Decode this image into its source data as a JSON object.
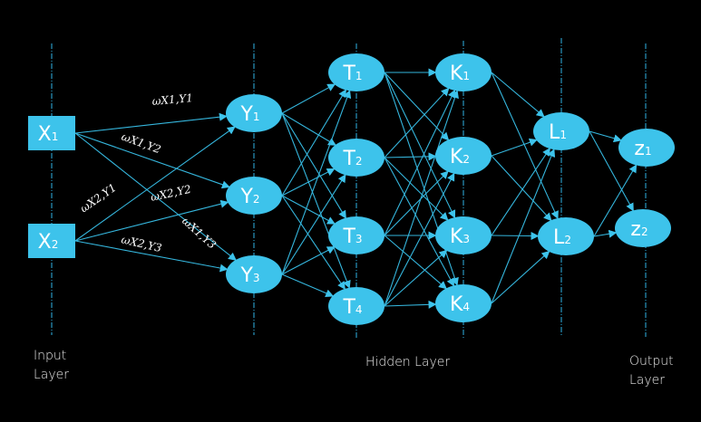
{
  "colors": {
    "background": "#000000",
    "node_fill": "#3dc3eb",
    "edge": "#35b6dd",
    "guide_line": "#2fb5e6",
    "text": "#ffffff"
  },
  "layer_labels": {
    "input": "Input Layer",
    "input_line1": "Input",
    "input_line2": "Layer",
    "hidden": "Hidden Layer",
    "output_line1": "Output",
    "output_line2": "Layer"
  },
  "layers": [
    {
      "id": "input",
      "shape": "rect",
      "nodes": [
        {
          "id": "X1",
          "base": "X",
          "sub": "1"
        },
        {
          "id": "X2",
          "base": "X",
          "sub": "2"
        }
      ]
    },
    {
      "id": "hidden1",
      "shape": "ellipse",
      "nodes": [
        {
          "id": "Y1",
          "base": "Y",
          "sub": "1"
        },
        {
          "id": "Y2",
          "base": "Y",
          "sub": "2"
        },
        {
          "id": "Y3",
          "base": "Y",
          "sub": "3"
        }
      ]
    },
    {
      "id": "hidden2",
      "shape": "ellipse",
      "nodes": [
        {
          "id": "T1",
          "base": "T",
          "sub": "1"
        },
        {
          "id": "T2",
          "base": "T",
          "sub": "2"
        },
        {
          "id": "T3",
          "base": "T",
          "sub": "3"
        },
        {
          "id": "T4",
          "base": "T",
          "sub": "4"
        }
      ]
    },
    {
      "id": "hidden3",
      "shape": "ellipse",
      "nodes": [
        {
          "id": "K1",
          "base": "K",
          "sub": "1"
        },
        {
          "id": "K2",
          "base": "K",
          "sub": "2"
        },
        {
          "id": "K3",
          "base": "K",
          "sub": "3"
        },
        {
          "id": "K4",
          "base": "K",
          "sub": "4"
        }
      ]
    },
    {
      "id": "hidden4",
      "shape": "ellipse",
      "nodes": [
        {
          "id": "L1",
          "base": "L",
          "sub": "1"
        },
        {
          "id": "L2",
          "base": "L",
          "sub": "2"
        }
      ]
    },
    {
      "id": "output",
      "shape": "ellipse",
      "nodes": [
        {
          "id": "z1",
          "base": "z",
          "sub": "1"
        },
        {
          "id": "z2",
          "base": "z",
          "sub": "2"
        }
      ]
    }
  ],
  "connectivity": "fully-connected between consecutive layers",
  "weight_labels": [
    {
      "from": "X1",
      "to": "Y1",
      "text": "ωX1,Y1"
    },
    {
      "from": "X1",
      "to": "Y2",
      "text": "ωX1,Y2"
    },
    {
      "from": "X2",
      "to": "Y1",
      "text": "ωX2,Y1"
    },
    {
      "from": "X2",
      "to": "Y2",
      "text": "ωX2,Y2"
    },
    {
      "from": "X1",
      "to": "Y3",
      "text": "ωX1,Y3"
    },
    {
      "from": "X2",
      "to": "Y3",
      "text": "ωX2,Y3"
    }
  ]
}
